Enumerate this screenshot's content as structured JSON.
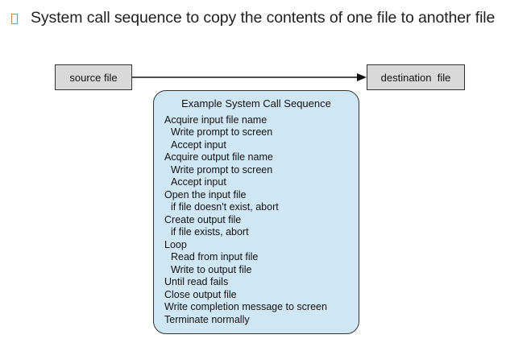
{
  "slide": {
    "title": "System call sequence to copy the contents of one file to another file"
  },
  "diagram": {
    "source_label": "source file",
    "destination_label": "destination  file",
    "sequence_title": "Example System Call Sequence",
    "steps": [
      "Acquire input file name",
      "Write prompt to screen",
      "Accept input",
      "Acquire output file name",
      "Write prompt to screen",
      "Accept input",
      "Open the input file",
      "if file doesn't exist, abort",
      "Create output file",
      "if file exists, abort",
      "Loop",
      "Read from input file",
      "Write to output file",
      "Until read fails",
      "Close output file",
      "Write completion message to screen",
      "Terminate normally"
    ]
  },
  "colors": {
    "bullet": "#c8863a",
    "file_box_fill": "#d9d9d9",
    "sequence_panel_fill": "#cfe6f4"
  },
  "icons": {
    "bullet": "hollow-square-bullet-icon",
    "arrow": "right-arrow-icon"
  }
}
